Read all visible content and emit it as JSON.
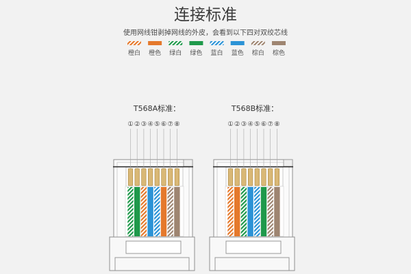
{
  "title": "连接标准",
  "subtitle": "使用网线钳剥掉网线的外皮，会看到以下四对双绞芯线",
  "legend": [
    {
      "label": "橙白",
      "color": "#e5792c",
      "striped": true
    },
    {
      "label": "橙色",
      "color": "#e5792c",
      "striped": false
    },
    {
      "label": "绿白",
      "color": "#1f994b",
      "striped": true
    },
    {
      "label": "绿色",
      "color": "#1f994b",
      "striped": false
    },
    {
      "label": "蓝白",
      "color": "#2b93d6",
      "striped": true
    },
    {
      "label": "蓝色",
      "color": "#2b93d6",
      "striped": false
    },
    {
      "label": "棕白",
      "color": "#9e8571",
      "striped": true
    },
    {
      "label": "棕色",
      "color": "#9e8571",
      "striped": false
    }
  ],
  "standards": [
    {
      "label": "T568A标准：",
      "pin_numbers": [
        "①",
        "②",
        "③",
        "④",
        "⑤",
        "⑥",
        "⑦",
        "⑧"
      ],
      "wires": [
        2,
        3,
        0,
        5,
        4,
        1,
        6,
        7
      ]
    },
    {
      "label": "T568B标准：",
      "pin_numbers": [
        "①",
        "②",
        "③",
        "④",
        "⑤",
        "⑥",
        "⑦",
        "⑧"
      ],
      "wires": [
        0,
        1,
        2,
        5,
        4,
        3,
        6,
        7
      ]
    }
  ],
  "colors": {
    "background": "#f2f2f2",
    "outline": "#8e8e8e",
    "guide": "#a9a9a9",
    "pin_gold": "#d9b876",
    "pin_edge": "#a8843e",
    "stripe_base": "#ffffff"
  }
}
